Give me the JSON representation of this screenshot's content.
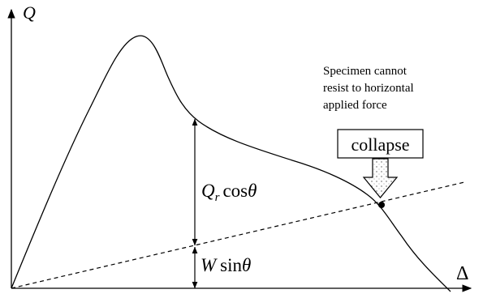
{
  "axes": {
    "y_label": "Q",
    "x_label": "Δ"
  },
  "annotation": {
    "line1": "Specimen cannot",
    "line2": "resist to horizontal",
    "line3": "applied force"
  },
  "collapse_box": {
    "label": "collapse"
  },
  "dimension_upper": {
    "q_main": "Q",
    "q_sub": "r",
    "trig": "cos",
    "angle": "θ"
  },
  "dimension_lower": {
    "w": "W",
    "trig": "sin",
    "angle": "θ"
  }
}
